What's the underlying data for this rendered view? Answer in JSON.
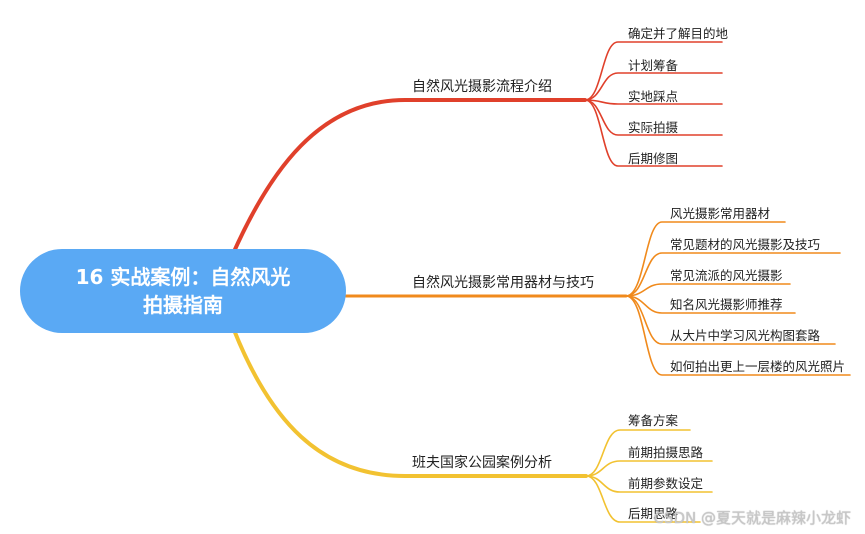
{
  "root": {
    "line1": "16 实战案例：自然风光",
    "line2": "拍摄指南"
  },
  "branches": [
    {
      "label": "自然风光摄影流程介绍",
      "color": "#e0402b",
      "leaves": [
        "确定并了解目的地",
        "计划筹备",
        "实地踩点",
        "实际拍摄",
        "后期修图"
      ]
    },
    {
      "label": "自然风光摄影常用器材与技巧",
      "color": "#f08a1c",
      "leaves": [
        "风光摄影常用器材",
        "常见题材的风光摄影及技巧",
        "常见流派的风光摄影",
        "知名风光摄影师推荐",
        "从大片中学习风光构图套路",
        "如何拍出更上一层楼的风光照片"
      ]
    },
    {
      "label": "班夫国家公园案例分析",
      "color": "#f2c231",
      "leaves": [
        "筹备方案",
        "前期拍摄思路",
        "前期参数设定",
        "后期思路"
      ]
    }
  ],
  "watermark": "CSDN @夏天就是麻辣小龙虾"
}
